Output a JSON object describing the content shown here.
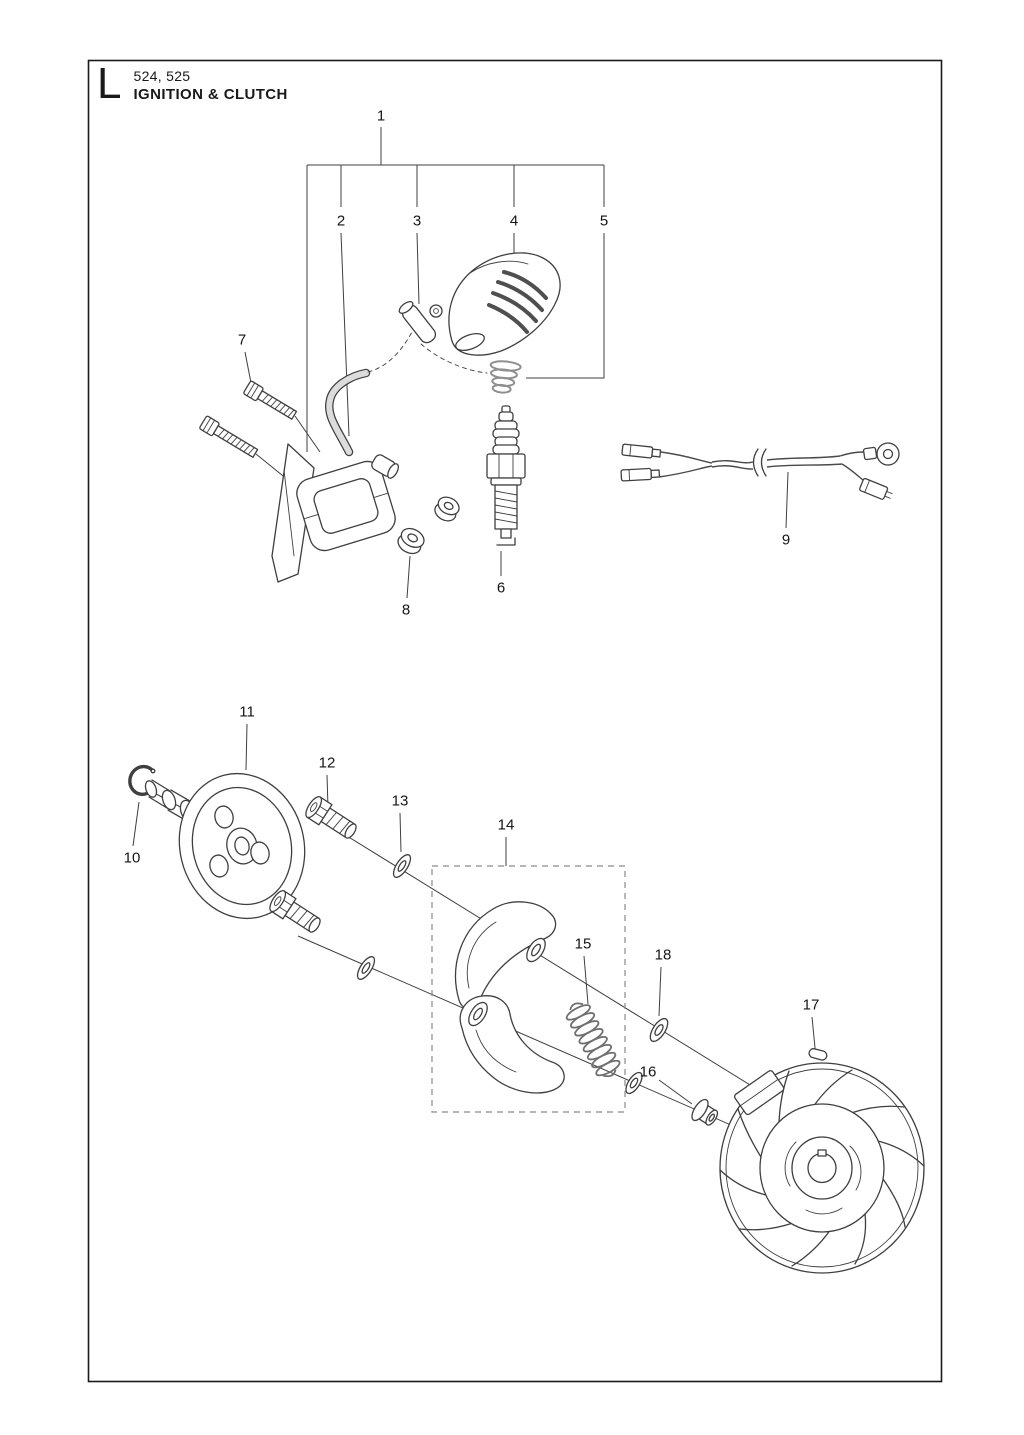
{
  "page": {
    "section_letter": "L",
    "model_numbers": "524, 525",
    "title": "IGNITION & CLUTCH"
  },
  "callouts": [
    {
      "label": "1"
    },
    {
      "label": "2"
    },
    {
      "label": "3"
    },
    {
      "label": "4"
    },
    {
      "label": "5"
    },
    {
      "label": "6"
    },
    {
      "label": "7"
    },
    {
      "label": "8"
    },
    {
      "label": "9"
    },
    {
      "label": "10"
    },
    {
      "label": "11"
    },
    {
      "label": "12"
    },
    {
      "label": "13"
    },
    {
      "label": "14"
    },
    {
      "label": "15"
    },
    {
      "label": "16"
    },
    {
      "label": "17"
    },
    {
      "label": "18"
    }
  ]
}
